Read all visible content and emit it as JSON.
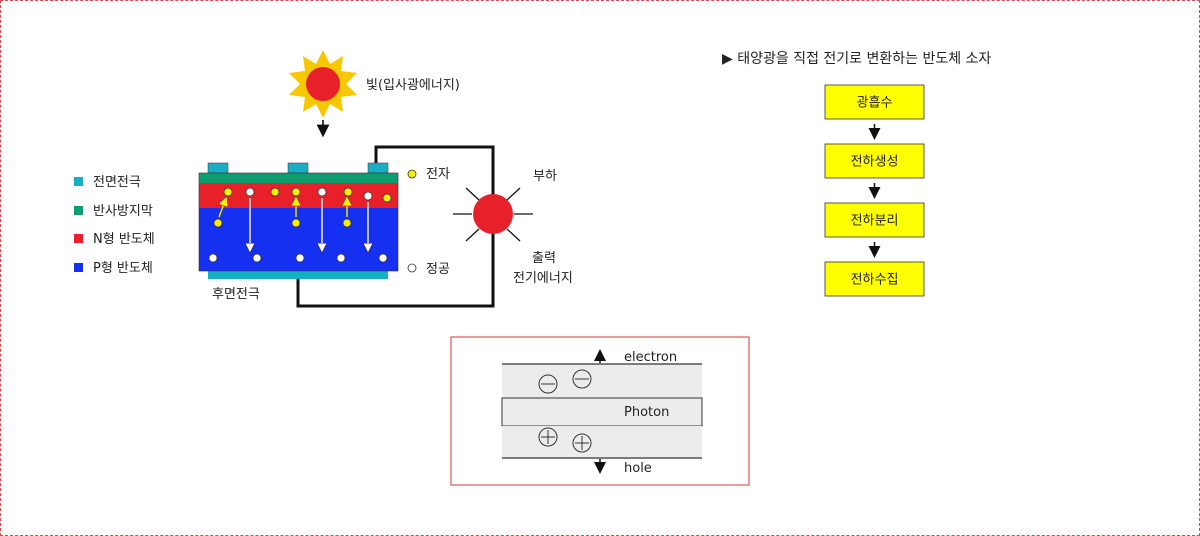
{
  "colors": {
    "frame_border": "#e0454a",
    "front_electrode": "#1aaec4",
    "anti_reflection": "#0c9c6f",
    "n_type": "#e8202a",
    "p_type": "#1530f0",
    "sun_core": "#e8202a",
    "sun_rays": "#f7c800",
    "electron_dot": "#f5f000",
    "flow_box": "#ffff00"
  },
  "legend": [
    {
      "label": "전면전극",
      "color": "#1aaec4"
    },
    {
      "label": "반사방지막",
      "color": "#0c9c6f"
    },
    {
      "label": "N형 반도체",
      "color": "#e8202a"
    },
    {
      "label": "P형 반도체",
      "color": "#1530f0"
    }
  ],
  "diagram": {
    "light_label": "빛(입사광에너지)",
    "electron_label": "전자",
    "hole_label": "정공",
    "load_label": "부하",
    "output_label_line1": "출력",
    "output_label_line2": "전기에너지",
    "back_electrode_label": "후면전극"
  },
  "flow": {
    "title": "▶ 태양광을 직접 전기로 변환하는 반도체 소자",
    "steps": [
      "광흡수",
      "전하생성",
      "전하분리",
      "전하수집"
    ]
  },
  "band": {
    "electron_label": "electron",
    "photon_label": "Photon",
    "hole_label": "hole"
  }
}
